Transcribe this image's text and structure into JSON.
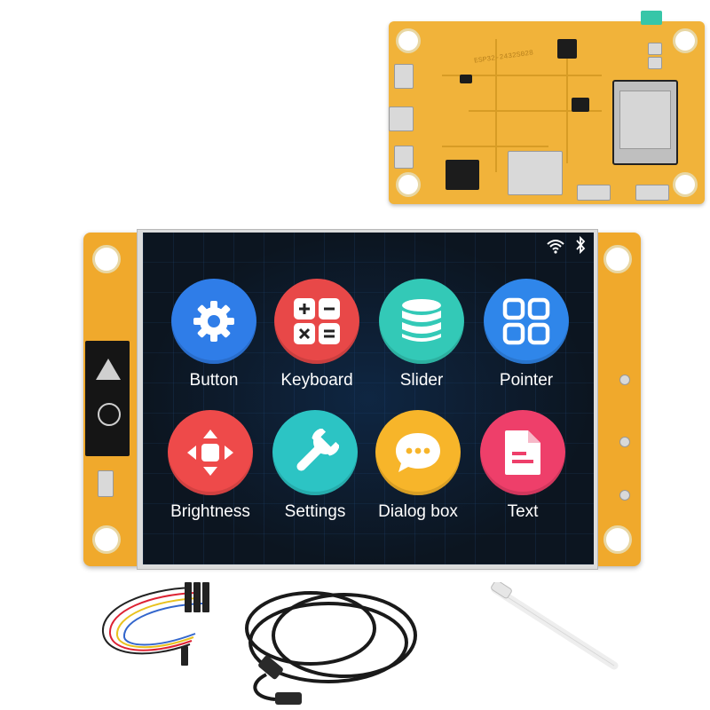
{
  "top_board": {
    "silkscreen": "ESP32-2432S028"
  },
  "status_bar": {
    "wifi_icon": "wifi-icon",
    "bluetooth_icon": "bluetooth-icon"
  },
  "apps": [
    {
      "label": "Button",
      "icon": "gear-icon",
      "color": "#2f7de8"
    },
    {
      "label": "Keyboard",
      "icon": "calculator-icon",
      "color": "#e84848"
    },
    {
      "label": "Slider",
      "icon": "database-icon",
      "color": "#33c9b7"
    },
    {
      "label": "Pointer",
      "icon": "grid-icon",
      "color": "#2f86ea"
    },
    {
      "label": "Brightness",
      "icon": "dpad-icon",
      "color": "#ee4a4a"
    },
    {
      "label": "Settings",
      "icon": "wrench-icon",
      "color": "#2cc4c4"
    },
    {
      "label": "Dialog box",
      "icon": "chat-icon",
      "color": "#f7b52a"
    },
    {
      "label": "Text",
      "icon": "document-icon",
      "color": "#ee3f6a"
    }
  ],
  "accessories": {
    "jumper_wires": "jumper-wire-cable",
    "usb_cable": "usb-c-cable",
    "stylus": "touch-stylus"
  },
  "colors": {
    "pcb": "#f0a92c",
    "screen_bg": "#0c1520"
  }
}
